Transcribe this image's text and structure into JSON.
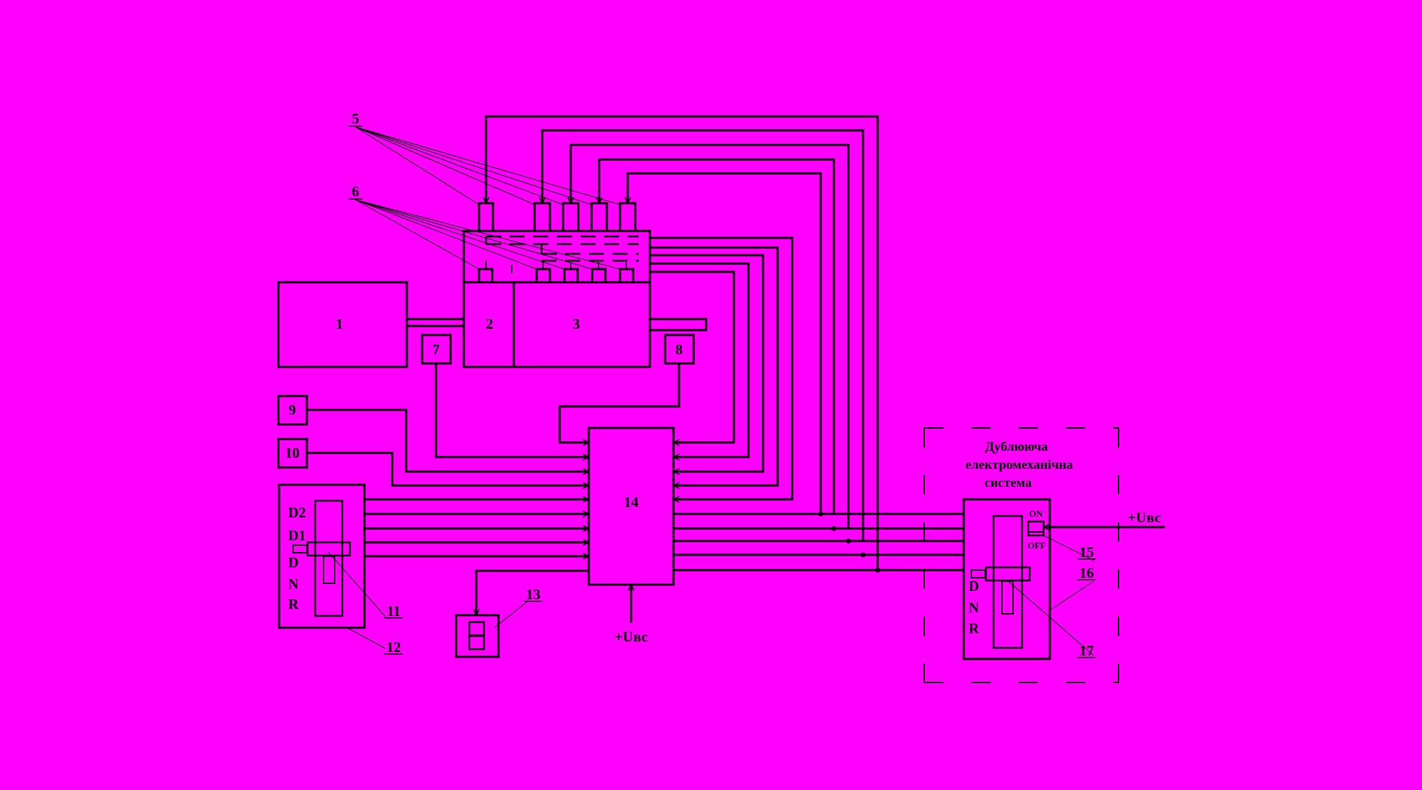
{
  "diagram": {
    "colors": {
      "background": "#ff00ff",
      "ink": "#000000"
    },
    "blocks": {
      "b1": "1",
      "b2": "2",
      "b3": "3",
      "b7": "7",
      "b8": "8",
      "b9": "9",
      "b10": "10",
      "b14": "14"
    },
    "callouts": {
      "c5": "5",
      "c6": "6",
      "c11": "11",
      "c12": "12",
      "c13": "13",
      "c15": "15",
      "c16": "16",
      "c17": "17"
    },
    "selector_main": {
      "positions": [
        "D2",
        "D1",
        "D",
        "N",
        "R"
      ]
    },
    "duplicating_system": {
      "title_lines": [
        "Дублююча",
        "електромеханічна",
        "система"
      ],
      "positions": [
        "D",
        "N",
        "R"
      ],
      "switch_on": "ON",
      "switch_off": "OFF"
    },
    "power": {
      "supply_bottom": "+Uвс",
      "supply_right": "+Uвс"
    }
  }
}
